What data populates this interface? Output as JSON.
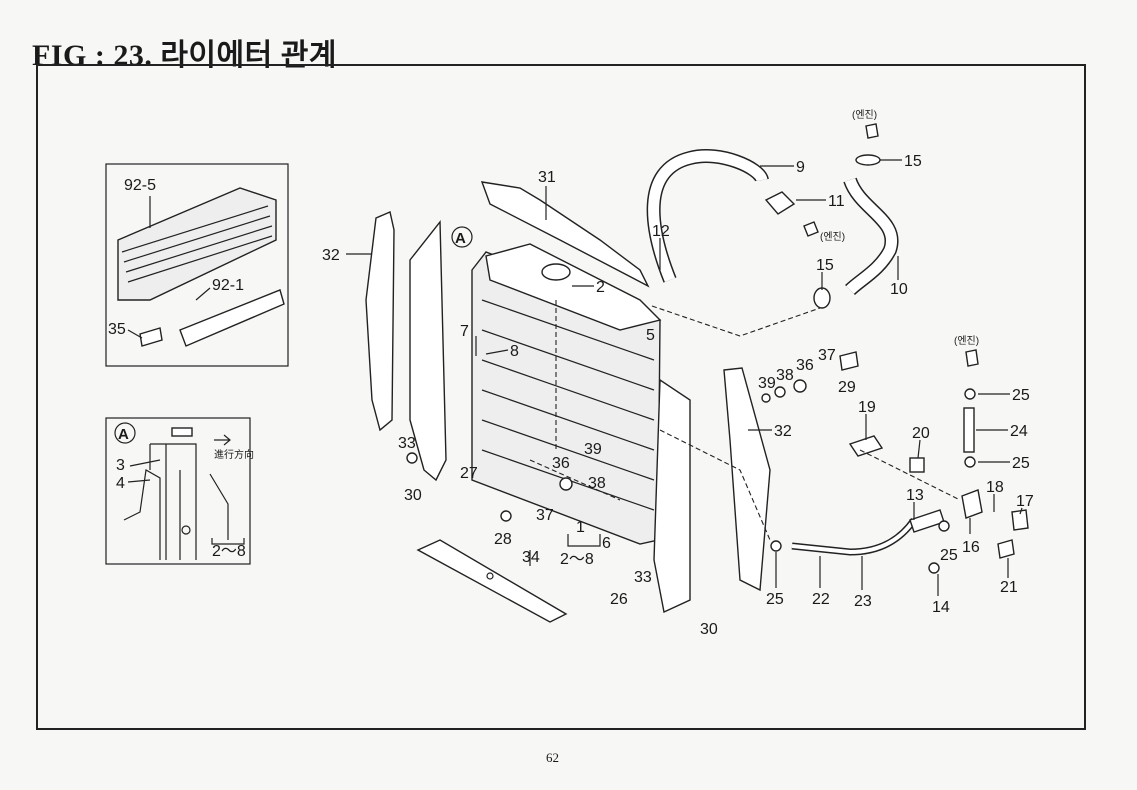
{
  "header": {
    "title": "FIG : 23.  라이에터 관계"
  },
  "footer": {
    "page_number": "62"
  },
  "inset_top": {
    "labels": [
      "92-5",
      "92-1",
      "35"
    ]
  },
  "inset_detail": {
    "circle_label": "A",
    "direction_text": "進行方向",
    "labels": [
      "3",
      "4",
      "2～8"
    ]
  },
  "main": {
    "circle_label": "A",
    "engine_notes": [
      "(엔진)",
      "(엔진)",
      "(엔진)"
    ],
    "callouts": [
      "31",
      "9",
      "15",
      "11",
      "12",
      "2",
      "10",
      "15",
      "32",
      "7",
      "8",
      "5",
      "39",
      "38",
      "36",
      "37",
      "29",
      "25",
      "24",
      "25",
      "19",
      "20",
      "32",
      "33",
      "30",
      "27",
      "39",
      "36",
      "38",
      "37",
      "28",
      "1",
      "2～8",
      "6",
      "34",
      "33",
      "26",
      "30",
      "25",
      "22",
      "23",
      "13",
      "25",
      "14",
      "16",
      "18",
      "17",
      "21"
    ]
  }
}
